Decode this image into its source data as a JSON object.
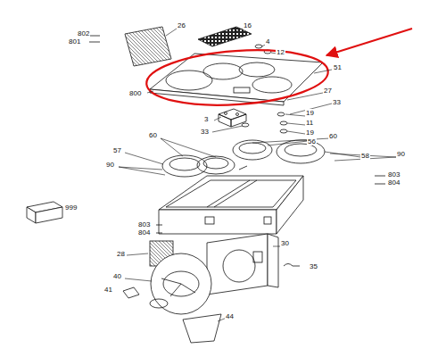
{
  "diagram": {
    "labels": [
      "802",
      "801",
      "26",
      "16",
      "4",
      "12",
      "51",
      "800",
      "27",
      "33",
      "3",
      "33",
      "19",
      "11",
      "19",
      "56",
      "60",
      "60",
      "57",
      "58",
      "90",
      "90",
      "803",
      "804",
      "999",
      "803",
      "804",
      "28",
      "30",
      "35",
      "40",
      "41",
      "44"
    ]
  }
}
